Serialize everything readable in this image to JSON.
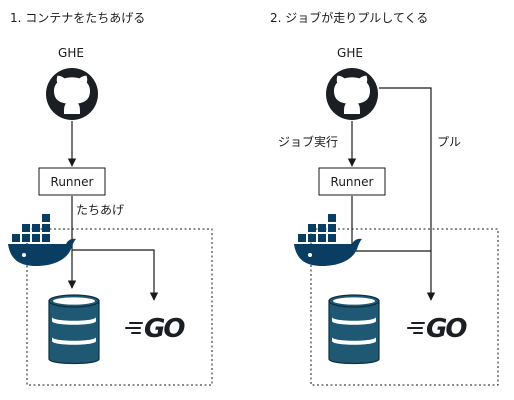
{
  "left_panel": {
    "heading": "1. コンテナをたちあげる",
    "source_label": "GHE",
    "runner_label": "Runner",
    "edge_label": "たちあげ"
  },
  "right_panel": {
    "heading": "2. ジョブが走りプルしてくる",
    "source_label": "GHE",
    "runner_label": "Runner",
    "job_edge_label": "ジョブ実行",
    "pull_edge_label": "プル"
  },
  "icons": {
    "source": "github-octocat-icon",
    "host": "docker-whale-icon",
    "database": "database-cylinder-icon",
    "language": "go-logo-icon"
  },
  "colors": {
    "stroke": "#1a1a1a",
    "icon_dark": "#1b1f23",
    "docker_blue": "#0a3d62",
    "background": "#ffffff"
  }
}
